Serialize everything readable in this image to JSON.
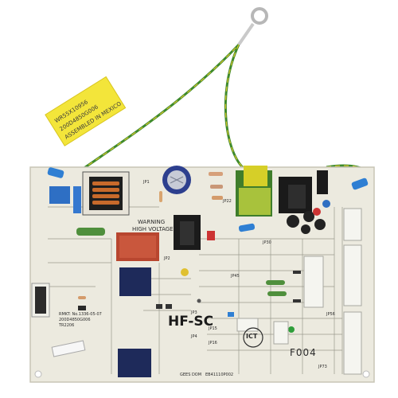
{
  "board": {
    "warning_line1": "WARNING",
    "warning_line2": "HIGH VOLTAGE",
    "model": "HF-SC",
    "code": "F004",
    "stamp": "ICT",
    "part_number_line1": "WR55X10956",
    "part_number_line2": "200D4850G006",
    "tag_line1": "ASSEMBLED IN",
    "tag_line2": "MEXICO",
    "ref_line1": "RMKT: No.1336-05-07",
    "ref_line2": "200D4850G006",
    "ref_line3": "TR2206",
    "bottom_code": "GEES DOM",
    "bottom_code2": "EB41110P002",
    "jp_labels": [
      "JP1",
      "JP2",
      "JP3",
      "JP4",
      "JP15",
      "JP16",
      "JP22",
      "JP30",
      "JP45",
      "JP56",
      "JP73"
    ]
  },
  "colors": {
    "board": "#eceadf",
    "silkscreen": "#4a4a4a",
    "wire_green": "#3e8a2c",
    "wire_yellow": "#d9c42a",
    "yellow_tape": "#f3e53a",
    "relay_blue": "#1e2a5a",
    "red_relay": "#b8462f",
    "heatsink": "#1a1a1a",
    "blue_capacitor": "#2f7fd3"
  }
}
